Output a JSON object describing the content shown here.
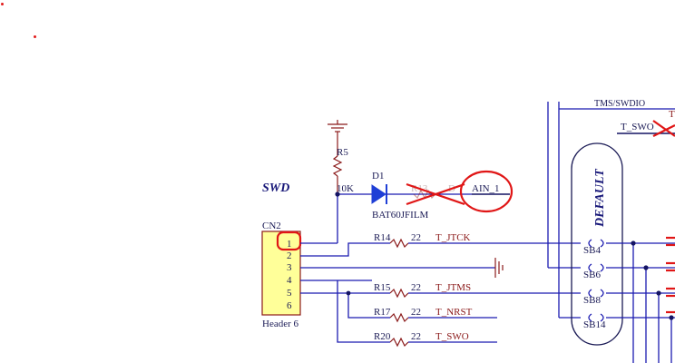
{
  "section_title": "SWD",
  "connector": {
    "ref": "CN2",
    "value": "Header 6",
    "pins": [
      "1",
      "2",
      "3",
      "4",
      "5",
      "6"
    ]
  },
  "resistors": {
    "r5": {
      "ref": "R5",
      "value": "10K"
    },
    "r13": {
      "ref": "R13"
    },
    "r14": {
      "ref": "R14",
      "value": "22"
    },
    "r15": {
      "ref": "R15",
      "value": "22"
    },
    "r17": {
      "ref": "R17",
      "value": "22"
    },
    "r20": {
      "ref": "R20",
      "value": "22"
    }
  },
  "diode": {
    "ref": "D1",
    "value": "BAT60JFILM"
  },
  "faded_label": "D",
  "nets": {
    "ain": "AIN_1",
    "jtck": "T_JTCK",
    "jtms": "T_JTMS",
    "nrst": "T_NRST",
    "swo": "T_SWO",
    "swo_top": "T_SWO",
    "top_cut": "TMS/SWDIO",
    "top_right_cut": "T"
  },
  "solder_bridges": [
    "SB4",
    "SB6",
    "SB8",
    "SB14"
  ],
  "bridge_group_label": "DEFAULT",
  "colors": {
    "wire": "#1b1bb0",
    "part": "#8b1a1a",
    "connector_fill": "#ffff99",
    "annotation": "#e01616"
  }
}
